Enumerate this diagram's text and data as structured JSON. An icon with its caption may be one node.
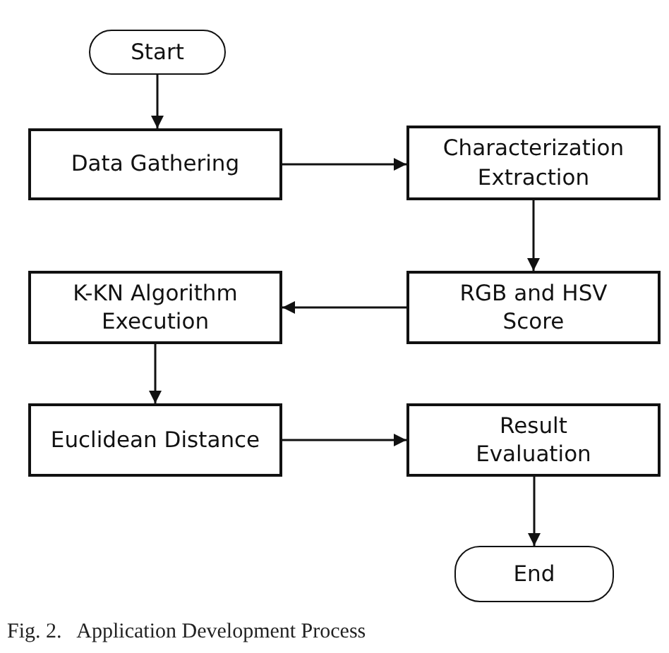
{
  "diagram": {
    "caption": "Fig. 2.   Application Development Process",
    "nodes": [
      {
        "text": [
          "Start"
        ]
      },
      {
        "text": [
          "Data Gathering"
        ]
      },
      {
        "text": [
          "Characterization Extraction"
        ]
      },
      {
        "text": [
          "RGB and HSV Score"
        ]
      },
      {
        "text": [
          "K-KN Algorithm Execution"
        ]
      },
      {
        "text": [
          "Euclidean Distance"
        ]
      },
      {
        "text": [
          "Result Evaluation"
        ]
      },
      {
        "text": [
          "End"
        ]
      }
    ],
    "edges": [
      {
        "from": 0,
        "to": 1,
        "arrow": "to"
      },
      {
        "from": 1,
        "to": 2,
        "arrow": "to"
      },
      {
        "from": 2,
        "to": 3,
        "arrow": "to"
      },
      {
        "from": 3,
        "to": 4,
        "arrow": "to"
      },
      {
        "from": 4,
        "to": 5,
        "arrow": "to"
      },
      {
        "from": 5,
        "to": 6,
        "arrow": "to"
      },
      {
        "from": 6,
        "to": 7,
        "arrow": "to"
      }
    ]
  }
}
